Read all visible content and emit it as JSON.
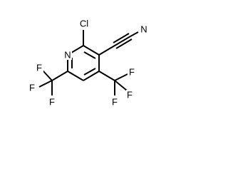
{
  "molecule": {
    "atoms": {
      "n": "N",
      "cl": "Cl",
      "nitrile_n": "N",
      "f_left_top": "F",
      "f_left_mid": "F",
      "f_left_bottom": "F",
      "f_right_top": "F",
      "f_right_mid": "F",
      "f_right_bottom": "F"
    },
    "colors": {
      "bond": "#000000",
      "label": "#000000",
      "background": "#ffffff"
    }
  }
}
